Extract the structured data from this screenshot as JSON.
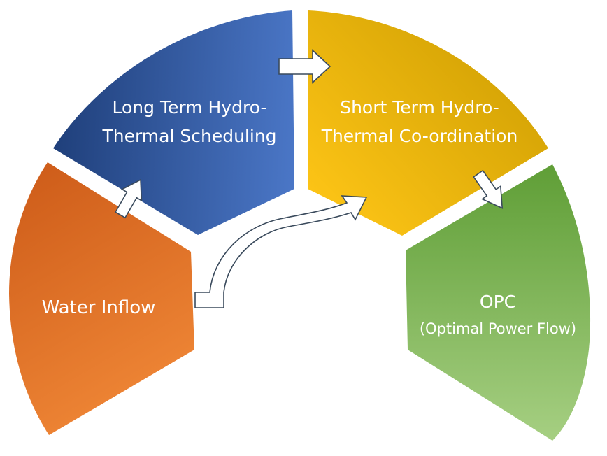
{
  "segments": {
    "water_inflow": {
      "label": "Water Inflow",
      "color_light": "#ee8535",
      "color_dark": "#cc5a18"
    },
    "long_term": {
      "line1": "Long Term Hydro-",
      "line2": "Thermal Scheduling",
      "color_light": "#4a76c6",
      "color_dark": "#1f3f7a"
    },
    "short_term": {
      "line1": "Short Term Hydro-",
      "line2": "Thermal Co-ordination",
      "color_light": "#ffc617",
      "color_dark": "#c99a00"
    },
    "opc": {
      "line1": "OPC",
      "line2": "(Optimal Power Flow)",
      "color_light": "#a6cf82",
      "color_dark": "#5f9e36"
    }
  },
  "arrows": {
    "fill": "#ffffff",
    "outline": "#3a4a5c"
  }
}
